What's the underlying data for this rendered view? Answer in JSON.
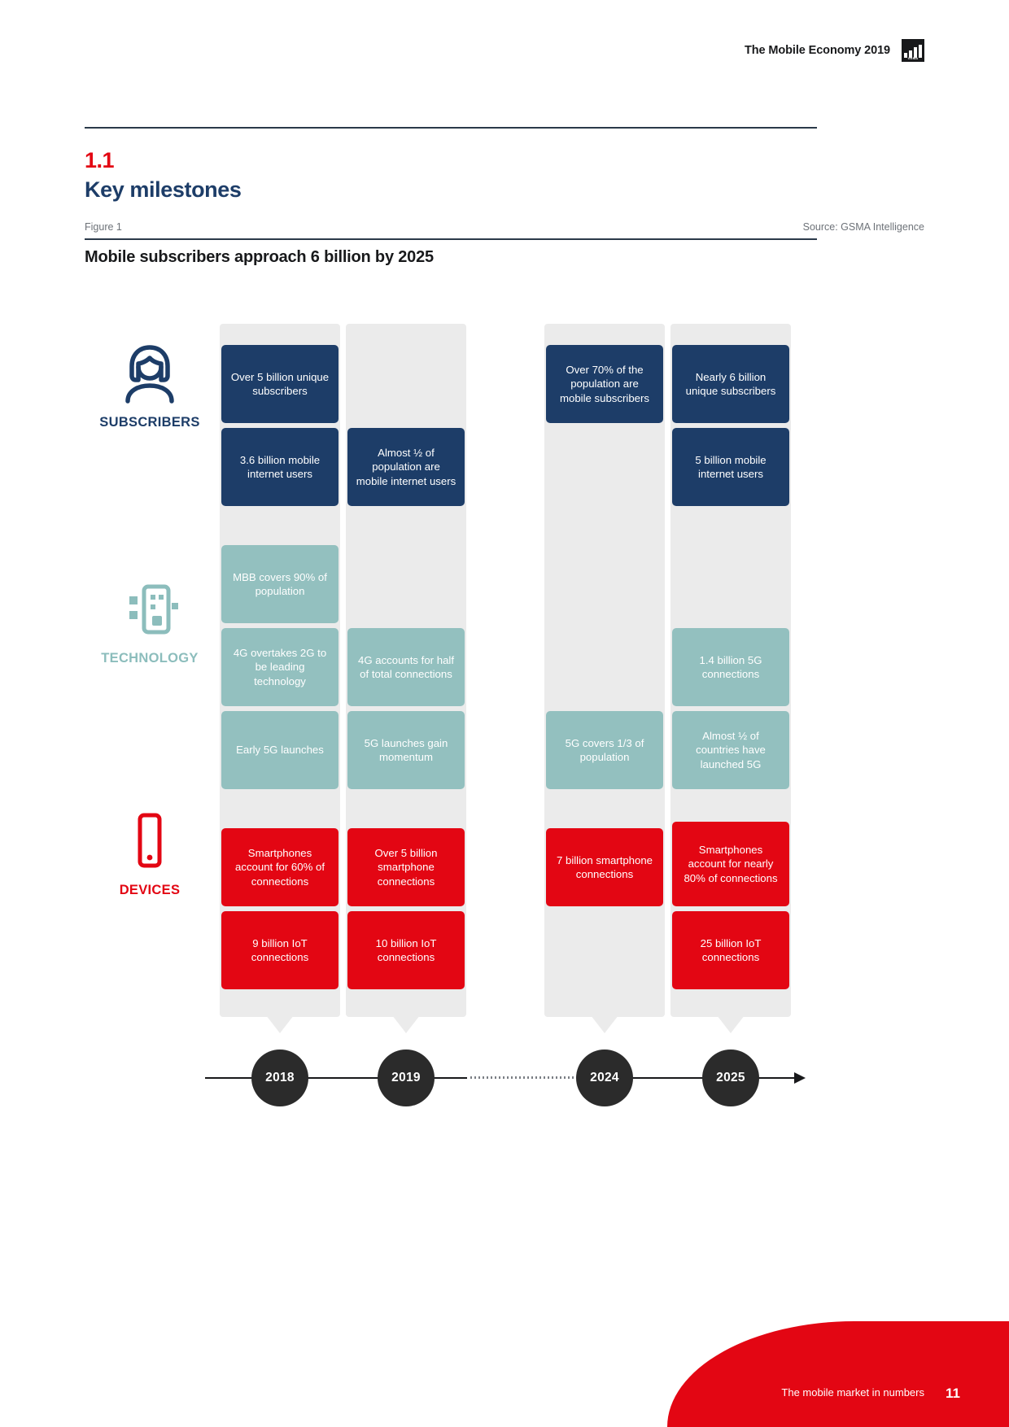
{
  "header": {
    "title": "The Mobile Economy 2019",
    "logo_word": "GSMA"
  },
  "section": {
    "number": "1.1",
    "title": "Key milestones"
  },
  "figure": {
    "label": "Figure 1",
    "source": "Source: GSMA Intelligence",
    "title": "Mobile subscribers approach 6 billion by 2025"
  },
  "categories": [
    {
      "key": "subscribers",
      "label": "SUBSCRIBERS",
      "color": "#1d3d68",
      "icon": "subscriber-person-icon"
    },
    {
      "key": "technology",
      "label": "TECHNOLOGY",
      "color": "#8cbdbc",
      "icon": "technology-device-icon"
    },
    {
      "key": "devices",
      "label": "DEVICES",
      "color": "#e30613",
      "icon": "smartphone-icon"
    }
  ],
  "timeline": {
    "years": [
      "2018",
      "2019",
      "2024",
      "2025"
    ],
    "node_color": "#2b2b2b",
    "has_dotted_gap": true,
    "arrow_direction": "right"
  },
  "chart_data": {
    "type": "table",
    "title": "Mobile subscribers approach 6 billion by 2025",
    "columns": [
      "2018",
      "2019",
      "2024",
      "2025"
    ],
    "rows": [
      "SUBSCRIBERS",
      "TECHNOLOGY",
      "DEVICES"
    ],
    "cells": [
      {
        "year": "2018",
        "category": "subscribers",
        "text": "Over 5 billion unique subscribers",
        "color": "#1d3d68"
      },
      {
        "year": "2018",
        "category": "subscribers",
        "text": "3.6 billion mobile internet users",
        "color": "#1d3d68"
      },
      {
        "year": "2018",
        "category": "technology",
        "text": "MBB covers 90% of population",
        "color": "#93c0bf"
      },
      {
        "year": "2018",
        "category": "technology",
        "text": "4G overtakes 2G to be leading technology",
        "color": "#93c0bf"
      },
      {
        "year": "2018",
        "category": "technology",
        "text": "Early 5G launches",
        "color": "#93c0bf"
      },
      {
        "year": "2018",
        "category": "devices",
        "text": "Smartphones account for 60% of connections",
        "color": "#e30613"
      },
      {
        "year": "2018",
        "category": "devices",
        "text": "9 billion IoT connections",
        "color": "#e30613"
      },
      {
        "year": "2019",
        "category": "subscribers",
        "text": "Almost ½ of population are mobile internet users",
        "color": "#1d3d68"
      },
      {
        "year": "2019",
        "category": "technology",
        "text": "4G accounts for half of total connections",
        "color": "#93c0bf"
      },
      {
        "year": "2019",
        "category": "technology",
        "text": "5G launches gain momentum",
        "color": "#93c0bf"
      },
      {
        "year": "2019",
        "category": "devices",
        "text": "Over 5 billion smartphone connections",
        "color": "#e30613"
      },
      {
        "year": "2019",
        "category": "devices",
        "text": "10 billion IoT connections",
        "color": "#e30613"
      },
      {
        "year": "2024",
        "category": "subscribers",
        "text": "Over 70% of the population are mobile subscribers",
        "color": "#1d3d68"
      },
      {
        "year": "2024",
        "category": "technology",
        "text": "5G covers 1/3 of population",
        "color": "#93c0bf"
      },
      {
        "year": "2024",
        "category": "devices",
        "text": "7 billion smartphone connections",
        "color": "#e30613"
      },
      {
        "year": "2025",
        "category": "subscribers",
        "text": "Nearly 6 billion unique subscribers",
        "color": "#1d3d68"
      },
      {
        "year": "2025",
        "category": "subscribers",
        "text": "5 billion mobile internet users",
        "color": "#1d3d68"
      },
      {
        "year": "2025",
        "category": "technology",
        "text": "1.4 billion 5G connections",
        "color": "#93c0bf"
      },
      {
        "year": "2025",
        "category": "technology",
        "text": "Almost ½ of countries have launched 5G",
        "color": "#93c0bf"
      },
      {
        "year": "2025",
        "category": "devices",
        "text": "Smartphones account for nearly 80% of connections",
        "color": "#e30613"
      },
      {
        "year": "2025",
        "category": "devices",
        "text": "25 billion IoT connections",
        "color": "#e30613"
      }
    ]
  },
  "cards": {
    "y2018": {
      "c1": "Over 5 billion unique subscribers",
      "c2": "3.6 billion mobile internet users",
      "c3": "MBB covers 90% of population",
      "c4": "4G overtakes 2G to be leading technology",
      "c5": "Early 5G launches",
      "c6": "Smartphones account for 60% of connections",
      "c7": "9 billion IoT connections"
    },
    "y2019": {
      "c1": "Almost ½ of population are mobile internet users",
      "c2": "4G accounts for half of total connections",
      "c3": "5G launches gain momentum",
      "c4": "Over 5 billion smartphone connections",
      "c5": "10 billion IoT connections"
    },
    "y2024": {
      "c1": "Over 70% of the population are mobile subscribers",
      "c2": "5G covers 1/3 of population",
      "c3": "7 billion smartphone connections"
    },
    "y2025": {
      "c1": "Nearly 6 billion unique subscribers",
      "c2": "5 billion mobile internet users",
      "c3": "1.4 billion 5G connections",
      "c4": "Almost ½ of countries have launched 5G",
      "c5": "Smartphones account for nearly 80% of connections",
      "c6": "25 billion IoT connections"
    }
  },
  "footer": {
    "text": "The mobile market in numbers",
    "page": "11"
  }
}
